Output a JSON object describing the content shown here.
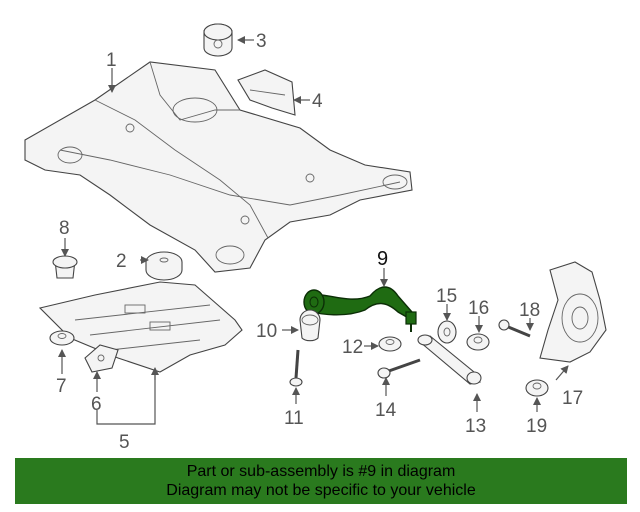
{
  "callouts": {
    "c1": "1",
    "c2": "2",
    "c3": "3",
    "c4": "4",
    "c5": "5",
    "c6": "6",
    "c7": "7",
    "c8": "8",
    "c9": "9",
    "c10": "10",
    "c11": "11",
    "c12": "12",
    "c13": "13",
    "c14": "14",
    "c15": "15",
    "c16": "16",
    "c17": "17",
    "c18": "18",
    "c19": "19"
  },
  "banner": {
    "line1": "Part or sub-assembly is #9 in diagram",
    "line2": "Diagram may not be specific to your vehicle"
  },
  "colors": {
    "highlight": "#1f6b12",
    "banner": "#2a7a1e"
  }
}
